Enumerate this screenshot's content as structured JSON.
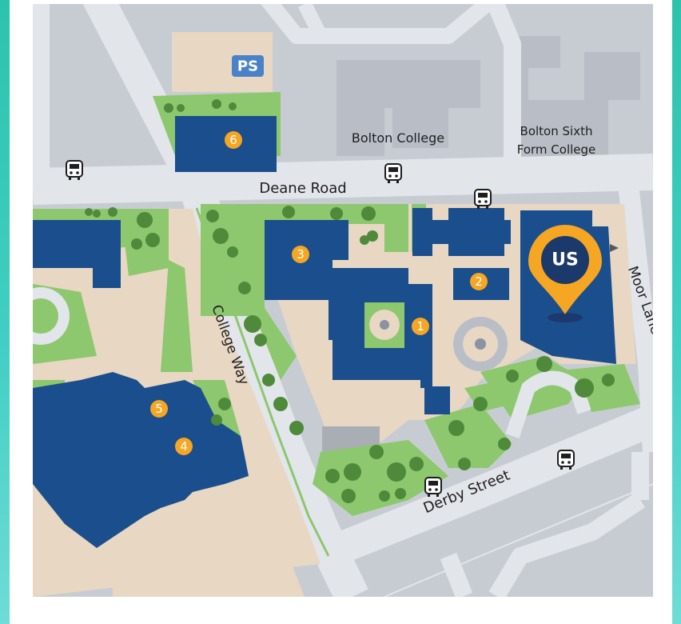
{
  "map": {
    "streets": {
      "deane_road": "Deane Road",
      "college_way": "College Way",
      "moor_lane": "Moor Lane",
      "derby_street": "Derby Street"
    },
    "places": {
      "bolton_college": "Bolton College",
      "sixth_form_line1": "Bolton Sixth",
      "sixth_form_line2": "Form College",
      "parking_label": "PS"
    },
    "buildings": [
      "1",
      "2",
      "3",
      "4",
      "5",
      "6"
    ],
    "marker": {
      "label": "US"
    },
    "icons": [
      "bus-stop-icon",
      "map-pin-icon",
      "arrow-icon",
      "parking-icon"
    ],
    "colors": {
      "building": "#1b4e8c",
      "marker": "#f5a623",
      "marker_badge": "#1b3a6b",
      "number_badge": "#f5a623",
      "green": "#8dc76e",
      "plaza": "#e7d7c3",
      "road": "#e2e5ea",
      "background_block": "#c7ccd3",
      "frame_gradient": "#2cc3ad"
    }
  }
}
